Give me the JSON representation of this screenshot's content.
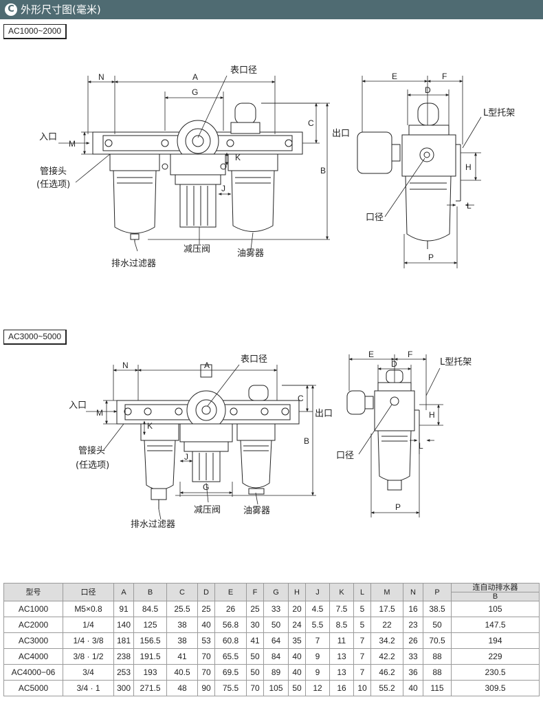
{
  "header": {
    "badge": "C",
    "title": "外形尺寸图(毫米)"
  },
  "section1": {
    "model_range": "AC1000~2000",
    "labels": {
      "inlet": "入口",
      "outlet": "出口",
      "gauge_port": "表口径",
      "fitting": "管接头",
      "optional": "(任选项)",
      "regulator": "减压阀",
      "lubricator": "油雾器",
      "drain_filter": "排水过滤器",
      "bracket": "L型托架",
      "port": "口径",
      "N": "N",
      "A": "A",
      "G": "G",
      "C": "C",
      "B": "B",
      "M": "M",
      "K": "K",
      "J": "J",
      "E": "E",
      "F": "F",
      "D": "D",
      "H": "H",
      "L": "L",
      "P": "P"
    }
  },
  "section2": {
    "model_range": "AC3000~5000",
    "labels": {
      "inlet": "入口",
      "outlet": "出口",
      "gauge_port": "表口径",
      "fitting": "管接头",
      "optional": "(任选项)",
      "regulator": "减压阀",
      "lubricator": "油雾器",
      "drain_filter": "排水过滤器",
      "bracket": "L型托架",
      "port": "口径",
      "N": "N",
      "A": "A",
      "G": "G",
      "C": "C",
      "B": "B",
      "M": "M",
      "K": "K",
      "J": "J",
      "E": "E",
      "F": "F",
      "D": "D",
      "H": "H",
      "L": "L",
      "P": "P"
    }
  },
  "table": {
    "headers": [
      "型号",
      "口径",
      "A",
      "B",
      "C",
      "D",
      "E",
      "F",
      "G",
      "H",
      "J",
      "K",
      "L",
      "M",
      "N",
      "P"
    ],
    "auto_drain_header": "连自动排水器",
    "auto_drain_sub": "B",
    "rows": [
      {
        "model": "AC1000",
        "port": "M5×0.8",
        "A": "91",
        "B": "84.5",
        "C": "25.5",
        "D": "25",
        "E": "26",
        "F": "25",
        "G": "33",
        "H": "20",
        "J": "4.5",
        "K": "7.5",
        "L": "5",
        "M": "17.5",
        "N": "16",
        "P": "38.5",
        "autoB": "105"
      },
      {
        "model": "AC2000",
        "port": "1/4",
        "A": "140",
        "B": "125",
        "C": "38",
        "D": "40",
        "E": "56.8",
        "F": "30",
        "G": "50",
        "H": "24",
        "J": "5.5",
        "K": "8.5",
        "L": "5",
        "M": "22",
        "N": "23",
        "P": "50",
        "autoB": "147.5"
      },
      {
        "model": "AC3000",
        "port": "1/4 · 3/8",
        "A": "181",
        "B": "156.5",
        "C": "38",
        "D": "53",
        "E": "60.8",
        "F": "41",
        "G": "64",
        "H": "35",
        "J": "7",
        "K": "11",
        "L": "7",
        "M": "34.2",
        "N": "26",
        "P": "70.5",
        "autoB": "194"
      },
      {
        "model": "AC4000",
        "port": "3/8 · 1/2",
        "A": "238",
        "B": "191.5",
        "C": "41",
        "D": "70",
        "E": "65.5",
        "F": "50",
        "G": "84",
        "H": "40",
        "J": "9",
        "K": "13",
        "L": "7",
        "M": "42.2",
        "N": "33",
        "P": "88",
        "autoB": "229"
      },
      {
        "model": "AC4000−06",
        "port": "3/4",
        "A": "253",
        "B": "193",
        "C": "40.5",
        "D": "70",
        "E": "69.5",
        "F": "50",
        "G": "89",
        "H": "40",
        "J": "9",
        "K": "13",
        "L": "7",
        "M": "46.2",
        "N": "36",
        "P": "88",
        "autoB": "230.5"
      },
      {
        "model": "AC5000",
        "port": "3/4 · 1",
        "A": "300",
        "B": "271.5",
        "C": "48",
        "D": "90",
        "E": "75.5",
        "F": "70",
        "G": "105",
        "H": "50",
        "J": "12",
        "K": "16",
        "L": "10",
        "M": "55.2",
        "N": "40",
        "P": "115",
        "autoB": "309.5"
      }
    ]
  }
}
